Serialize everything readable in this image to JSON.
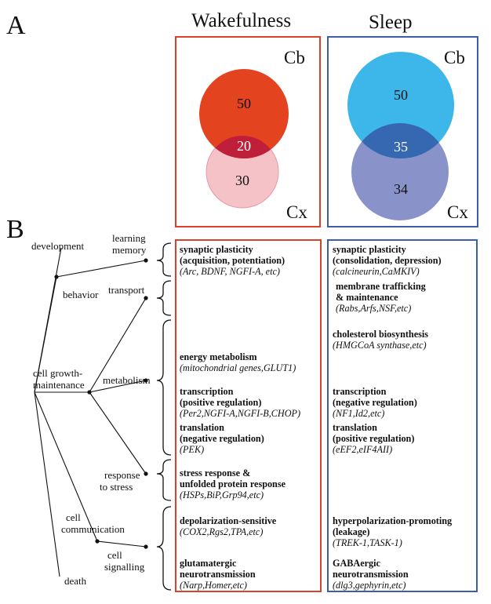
{
  "panel_a": {
    "label": "A",
    "wake": {
      "title": "Wakefulness",
      "top_label": "Cb",
      "bottom_label": "Cx",
      "top_value": "50",
      "overlap_value": "20",
      "bottom_value": "30",
      "colors": {
        "top": "#e4431f",
        "overlap": "#c01f3a",
        "bottom": "#f5c2c7",
        "border": "#d9432b"
      }
    },
    "sleep": {
      "title": "Sleep",
      "top_label": "Cb",
      "bottom_label": "Cx",
      "top_value": "50",
      "overlap_value": "35",
      "bottom_value": "34",
      "colors": {
        "top": "#3db6ea",
        "overlap": "#3568b0",
        "bottom": "#8a93c9",
        "border": "#3a5ea8"
      }
    }
  },
  "panel_b": {
    "label": "B",
    "tree": {
      "development": "development",
      "behavior": "behavior",
      "learning_memory": [
        "learning",
        "memory"
      ],
      "transport": "transport",
      "cell_growth": [
        "cell growth-",
        "maintenance"
      ],
      "metabolism": "metabolism",
      "response_stress": [
        "response",
        "to stress"
      ],
      "cell_communication": [
        "cell",
        "communication"
      ],
      "cell_signalling": [
        "cell",
        "signalling"
      ],
      "death": "death"
    },
    "wake_items": [
      {
        "bold": [
          "synaptic plasticity",
          "(acquisition, potentiation)"
        ],
        "genes": "(Arc, BDNF, NGFI-A, etc)"
      },
      {
        "bold": [
          "energy metabolism"
        ],
        "genes": "(mitochondrial genes,GLUT1)"
      },
      {
        "bold": [
          "transcription",
          "(positive regulation)"
        ],
        "genes": "(Per2,NGFI-A,NGFI-B,CHOP)"
      },
      {
        "bold": [
          "translation",
          "(negative regulation)"
        ],
        "genes": "(PEK)"
      },
      {
        "bold": [
          "stress response &",
          "unfolded protein response"
        ],
        "genes": "(HSPs,BiP,Grp94,etc)"
      },
      {
        "bold": [
          "depolarization-sensitive"
        ],
        "genes": "(COX2,Rgs2,TPA,etc)"
      },
      {
        "bold": [
          "glutamatergic",
          "neurotransmission"
        ],
        "genes": "(Narp,Homer,etc)"
      }
    ],
    "sleep_items": [
      {
        "bold": [
          "synaptic plasticity",
          "(consolidation, depression)"
        ],
        "genes": "(calcineurin,CaMKIV)"
      },
      {
        "bold": [
          "membrane trafficking",
          "& maintenance"
        ],
        "genes": "(Rabs,Arfs,NSF,etc)"
      },
      {
        "bold": [
          "cholesterol biosynthesis"
        ],
        "genes": "(HMGCoA synthase,etc)"
      },
      {
        "bold": [
          "transcription",
          "(negative regulation)"
        ],
        "genes": "(NF1,Id2,etc)"
      },
      {
        "bold": [
          "translation",
          "(positive regulation)"
        ],
        "genes": "(eEF2,eIF4AII)"
      },
      {
        "bold": [
          "hyperpolarization-promoting",
          "(leakage)"
        ],
        "genes": "(TREK-1,TASK-1)"
      },
      {
        "bold": [
          "GABAergic",
          "neurotransmission"
        ],
        "genes": "(dlg3,gephyrin,etc)"
      }
    ]
  }
}
